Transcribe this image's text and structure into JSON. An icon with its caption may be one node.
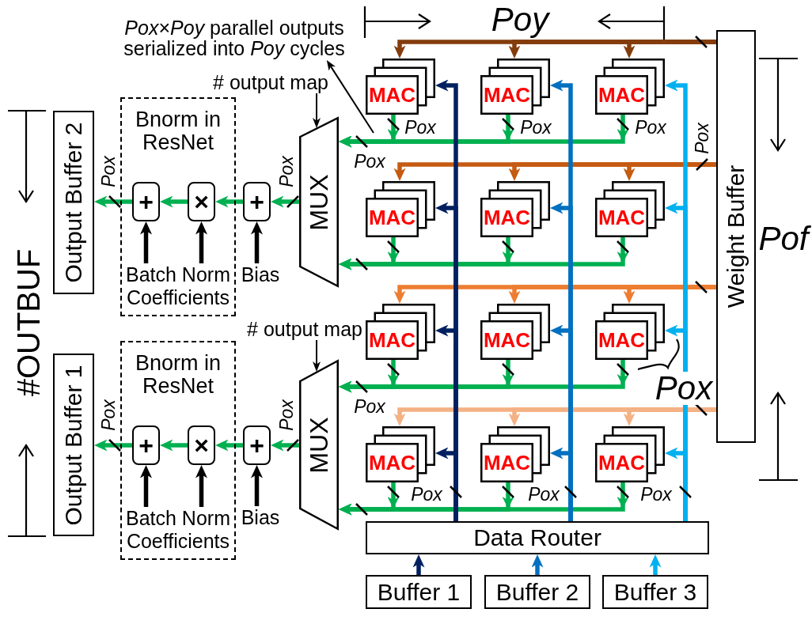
{
  "diagram": {
    "nodes": [
      {
        "text": [
          "*Pox*×*Poy* parallel outputs serialized into *Poy* cycles"
        ]
      },
      {
        "text": [
          "# output map"
        ]
      },
      {
        "text": [
          "Output Buffer 2"
        ]
      },
      {
        "text": [
          "Bnorm in ResNet"
        ]
      },
      {
        "text": [
          "+"
        ],
        "in": 3
      },
      {
        "text": [
          "×"
        ],
        "in": 3
      },
      {
        "text": [
          "Batch Norm Coefficients"
        ],
        "in": 3
      },
      {
        "text": [
          "+"
        ]
      },
      {
        "text": [
          "Bias"
        ]
      },
      {
        "text": [
          "MUX"
        ]
      },
      {
        "text": [
          "MAC"
        ]
      },
      {
        "text": [
          "MAC"
        ]
      },
      {
        "text": [
          "MAC"
        ]
      },
      {
        "text": [
          "MAC"
        ]
      },
      {
        "text": [
          "MAC"
        ]
      },
      {
        "text": [
          "MAC"
        ]
      },
      {
        "text": [
          "Weight Buffer"
        ]
      },
      {
        "text": [
          "# output map"
        ]
      },
      {
        "text": [
          "Output Buffer 1"
        ]
      },
      {
        "text": [
          "Bnorm in ResNet"
        ]
      },
      {
        "text": [
          "+"
        ],
        "in": 19
      },
      {
        "text": [
          "×"
        ],
        "in": 19
      },
      {
        "text": [
          "Batch Norm Coefficients"
        ],
        "in": 19
      },
      {
        "text": [
          "+"
        ]
      },
      {
        "text": [
          "Bias"
        ]
      },
      {
        "text": [
          "MUX"
        ]
      },
      {
        "text": [
          "MAC"
        ]
      },
      {
        "text": [
          "MAC"
        ]
      },
      {
        "text": [
          "MAC"
        ]
      },
      {
        "text": [
          "MAC"
        ]
      },
      {
        "text": [
          "MAC"
        ]
      },
      {
        "text": [
          "MAC"
        ]
      },
      {
        "text": [
          "Data Router"
        ]
      },
      {
        "text": [
          "Buffer 1"
        ]
      },
      {
        "text": [
          "Buffer 2"
        ]
      },
      {
        "text": [
          "Buffer 3"
        ]
      }
    ],
    "edges": [
      {
        "from": 16,
        "to": 10,
        "arrow": "to",
        "color": "#843c0c"
      },
      {
        "from": 16,
        "to": 11,
        "arrow": "to",
        "color": "#843c0c"
      },
      {
        "from": 16,
        "to": 12,
        "arrow": "to",
        "color": "#843c0c"
      },
      {
        "from": 16,
        "to": 13,
        "arrow": "to",
        "color": "#c55a11"
      },
      {
        "from": 16,
        "to": 14,
        "arrow": "to",
        "color": "#c55a11"
      },
      {
        "from": 16,
        "to": 15,
        "arrow": "to",
        "color": "#c55a11"
      },
      {
        "from": 16,
        "to": 26,
        "arrow": "to",
        "color": "#ed7d31"
      },
      {
        "from": 16,
        "to": 27,
        "arrow": "to",
        "color": "#ed7d31"
      },
      {
        "from": 16,
        "to": 28,
        "arrow": "to",
        "color": "#ed7d31"
      },
      {
        "from": 16,
        "to": 29,
        "arrow": "to",
        "color": "#f4b183"
      },
      {
        "from": 16,
        "to": 30,
        "arrow": "to",
        "color": "#f4b183"
      },
      {
        "from": 16,
        "to": 31,
        "arrow": "to",
        "color": "#f4b183"
      },
      {
        "from": 10,
        "to": 9,
        "arrow": "to"
      },
      {
        "from": 11,
        "to": 9,
        "arrow": "to"
      },
      {
        "from": 12,
        "to": 9,
        "arrow": "to"
      },
      {
        "from": 13,
        "to": 9,
        "arrow": "to"
      },
      {
        "from": 14,
        "to": 9,
        "arrow": "to"
      },
      {
        "from": 15,
        "to": 9,
        "arrow": "to"
      },
      {
        "from": 26,
        "to": 25,
        "arrow": "to"
      },
      {
        "from": 27,
        "to": 25,
        "arrow": "to"
      },
      {
        "from": 28,
        "to": 25,
        "arrow": "to"
      },
      {
        "from": 29,
        "to": 25,
        "arrow": "to"
      },
      {
        "from": 30,
        "to": 25,
        "arrow": "to"
      },
      {
        "from": 31,
        "to": 25,
        "arrow": "to"
      },
      {
        "from": 9,
        "to": 7,
        "arrow": "to"
      },
      {
        "from": 7,
        "to": 5,
        "arrow": "to"
      },
      {
        "from": 5,
        "to": 4,
        "arrow": "to"
      },
      {
        "from": 4,
        "to": 2,
        "arrow": "to"
      },
      {
        "from": 25,
        "to": 23,
        "arrow": "to"
      },
      {
        "from": 23,
        "to": 21,
        "arrow": "to"
      },
      {
        "from": 21,
        "to": 20,
        "arrow": "to"
      },
      {
        "from": 20,
        "to": 18,
        "arrow": "to"
      },
      {
        "from": 6,
        "to": 4,
        "arrow": "to",
        "color": "#000000"
      },
      {
        "from": 6,
        "to": 5,
        "arrow": "to",
        "color": "#000000"
      },
      {
        "from": 8,
        "to": 7,
        "arrow": "to",
        "color": "#000000"
      },
      {
        "from": 22,
        "to": 20,
        "arrow": "to",
        "color": "#000000"
      },
      {
        "from": 22,
        "to": 21,
        "arrow": "to",
        "color": "#000000"
      },
      {
        "from": 24,
        "to": 23,
        "arrow": "to",
        "color": "#000000"
      },
      {
        "from": 1,
        "to": 9,
        "arrow": "to",
        "color": "#000000"
      },
      {
        "from": 17,
        "to": 25,
        "arrow": "to",
        "color": "#000000"
      },
      {
        "from": null,
        "to": 0,
        "arrow": "to",
        "color": "#000000"
      },
      {
        "from": 32,
        "to": 10,
        "arrow": "to",
        "color": "#002060"
      },
      {
        "from": 32,
        "to": 13,
        "arrow": "to",
        "color": "#002060"
      },
      {
        "from": 32,
        "to": 26,
        "arrow": "to",
        "color": "#002060"
      },
      {
        "from": 32,
        "to": 29,
        "arrow": "to",
        "color": "#002060"
      },
      {
        "from": 32,
        "to": 11,
        "arrow": "to",
        "color": "#0070c0"
      },
      {
        "from": 32,
        "to": 14,
        "arrow": "to",
        "color": "#0070c0"
      },
      {
        "from": 32,
        "to": 27,
        "arrow": "to",
        "color": "#0070c0"
      },
      {
        "from": 32,
        "to": 30,
        "arrow": "to",
        "color": "#0070c0"
      },
      {
        "from": 32,
        "to": 12,
        "arrow": "to",
        "color": "#00b0f0"
      },
      {
        "from": 32,
        "to": 15,
        "arrow": "to",
        "color": "#00b0f0"
      },
      {
        "from": 32,
        "to": 28,
        "arrow": "to",
        "color": "#00b0f0"
      },
      {
        "from": 32,
        "to": 31,
        "arrow": "to",
        "color": "#00b0f0"
      },
      {
        "from": 33,
        "to": 32,
        "arrow": "to",
        "color": "#002060"
      },
      {
        "from": 34,
        "to": 32,
        "arrow": "to",
        "color": "#0070c0"
      },
      {
        "from": 35,
        "to": 32,
        "arrow": "to",
        "color": "#00b0f0"
      }
    ],
    "labels": [
      "Poy",
      "Pox",
      "Pox",
      "Pox",
      "Pox",
      "Pox",
      "Pox",
      "Pox",
      "Pof",
      "#OUTBUF",
      "Pox",
      "Pox",
      "Pox",
      "Pox",
      "Pox",
      "Pox",
      "Pox"
    ]
  }
}
